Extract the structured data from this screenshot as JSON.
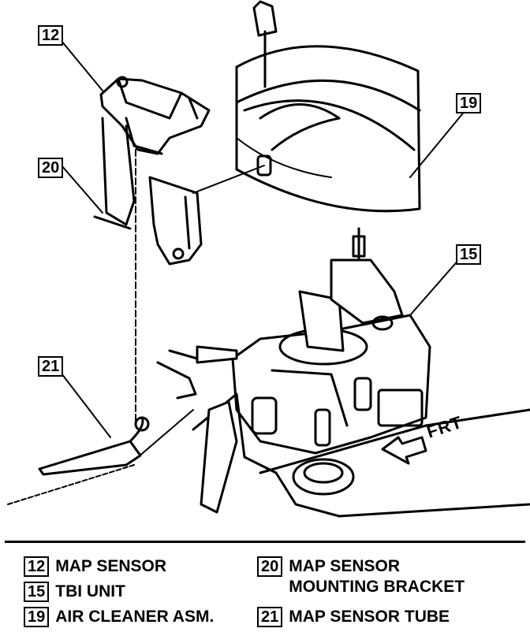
{
  "callouts": {
    "c12": "12",
    "c19": "19",
    "c20": "20",
    "c15": "15",
    "c21": "21"
  },
  "arrow_label": "FRT",
  "legend": [
    {
      "num": "12",
      "text": "MAP SENSOR"
    },
    {
      "num": "15",
      "text": "TBI UNIT"
    },
    {
      "num": "19",
      "text": "AIR CLEANER ASM."
    },
    {
      "num": "20",
      "text": "MAP SENSOR\nMOUNTING BRACKET"
    },
    {
      "num": "21",
      "text": "MAP SENSOR TUBE"
    }
  ],
  "colors": {
    "ink": "#000000",
    "paper": "#ffffff"
  }
}
